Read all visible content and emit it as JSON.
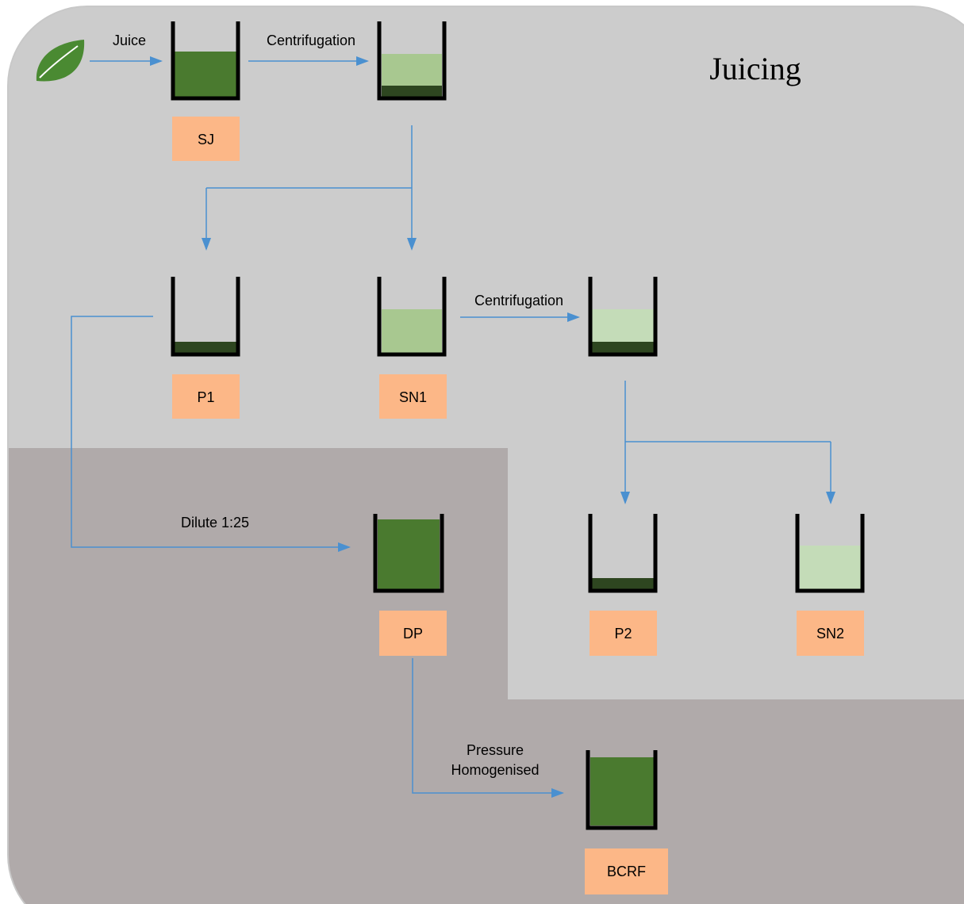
{
  "title": "Juicing",
  "colors": {
    "panel_light": "#cccccc",
    "panel_dark": "#b0aaaa",
    "label_box": "#fcb787",
    "arrow": "#4a90d0",
    "beaker_wall": "#000000",
    "fill_dark_green": "#4a7a2f",
    "fill_pellet": "#2e4620",
    "fill_light_green": "#a8c890",
    "fill_pale_green": "#c4dcb8",
    "leaf": "#4a8a32"
  },
  "step_labels": {
    "juice": "Juice",
    "centrifugation_1": "Centrifugation",
    "centrifugation_2": "Centrifugation",
    "dilute": "Dilute 1:25",
    "pressure_line1": "Pressure",
    "pressure_line2": "Homogenised"
  },
  "samples": {
    "sj": "SJ",
    "p1": "P1",
    "sn1": "SN1",
    "p2": "P2",
    "sn2": "SN2",
    "dp": "DP",
    "bcrf": "BCRF"
  },
  "icons": {
    "leaf": "leaf-icon"
  }
}
